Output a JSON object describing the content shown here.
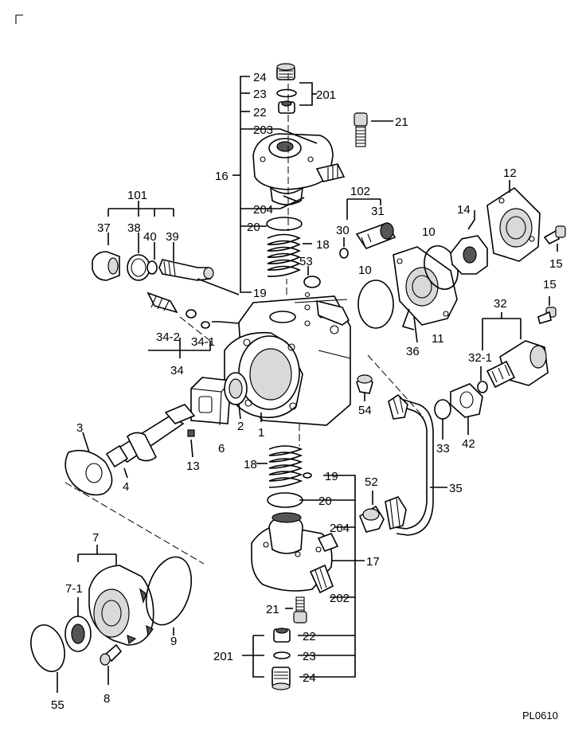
{
  "drawing_code": "PL0610",
  "labels": {
    "p1": "1",
    "p2": "2",
    "p3": "3",
    "p4": "4",
    "p6": "6",
    "p7": "7",
    "p7_1": "7-1",
    "p8": "8",
    "p9": "9",
    "p10a": "10",
    "p10b": "10",
    "p11": "11",
    "p12": "12",
    "p13": "13",
    "p14": "14",
    "p15a": "15",
    "p15b": "15",
    "p16": "16",
    "p17": "17",
    "p18a": "18",
    "p18b": "18",
    "p19a": "19",
    "p19b": "19",
    "p20a": "20",
    "p20b": "20",
    "p21a": "21",
    "p21b": "21",
    "p22a": "22",
    "p22b": "22",
    "p23a": "23",
    "p23b": "23",
    "p24a": "24",
    "p24b": "24",
    "p30": "30",
    "p31": "31",
    "p32": "32",
    "p32_1": "32-1",
    "p33": "33",
    "p34": "34",
    "p34_1": "34-1",
    "p34_2": "34-2",
    "p35": "35",
    "p36": "36",
    "p37": "37",
    "p38": "38",
    "p39": "39",
    "p40": "40",
    "p42": "42",
    "p52": "52",
    "p53": "53",
    "p54": "54",
    "p55": "55",
    "p101": "101",
    "p102": "102",
    "p201a": "201",
    "p201b": "201",
    "p202": "202",
    "p203": "203",
    "p204a": "204",
    "p204b": "204"
  }
}
